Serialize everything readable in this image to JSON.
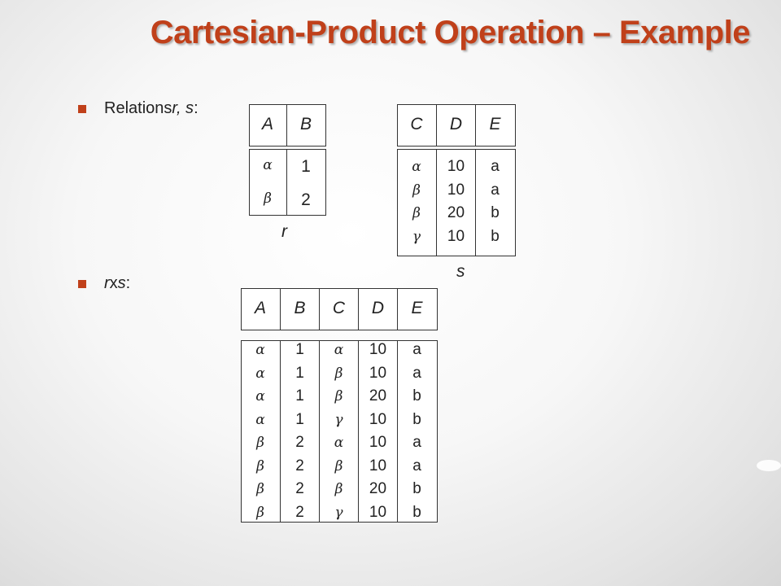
{
  "slide": {
    "title": "Cartesian-Product Operation – Example",
    "bullets": {
      "relations_prefix": "Relations ",
      "relations_vars": "r, s",
      "relations_suffix": ":",
      "product_vars": "r",
      "product_mid": " x ",
      "product_var2": "s",
      "product_suffix": ":"
    },
    "accent_color": "#c0401a"
  },
  "relation_r": {
    "label": "r",
    "headers": [
      "A",
      "B"
    ],
    "columns": [
      [
        "α",
        "β"
      ],
      [
        "1",
        "2"
      ]
    ]
  },
  "relation_s": {
    "label": "s",
    "headers": [
      "C",
      "D",
      "E"
    ],
    "columns": [
      [
        "α",
        "β",
        "β",
        "γ"
      ],
      [
        "10",
        "10",
        "20",
        "10"
      ],
      [
        "a",
        "a",
        "b",
        "b"
      ]
    ]
  },
  "relation_rxs": {
    "headers": [
      "A",
      "B",
      "C",
      "D",
      "E"
    ],
    "columns": [
      [
        "α",
        "α",
        "α",
        "α",
        "β",
        "β",
        "β",
        "β"
      ],
      [
        "1",
        "1",
        "1",
        "1",
        "2",
        "2",
        "2",
        "2"
      ],
      [
        "α",
        "β",
        "β",
        "γ",
        "α",
        "β",
        "β",
        "γ"
      ],
      [
        "10",
        "10",
        "20",
        "10",
        "10",
        "10",
        "20",
        "10"
      ],
      [
        "a",
        "a",
        "b",
        "b",
        "a",
        "a",
        "b",
        "b"
      ]
    ]
  }
}
